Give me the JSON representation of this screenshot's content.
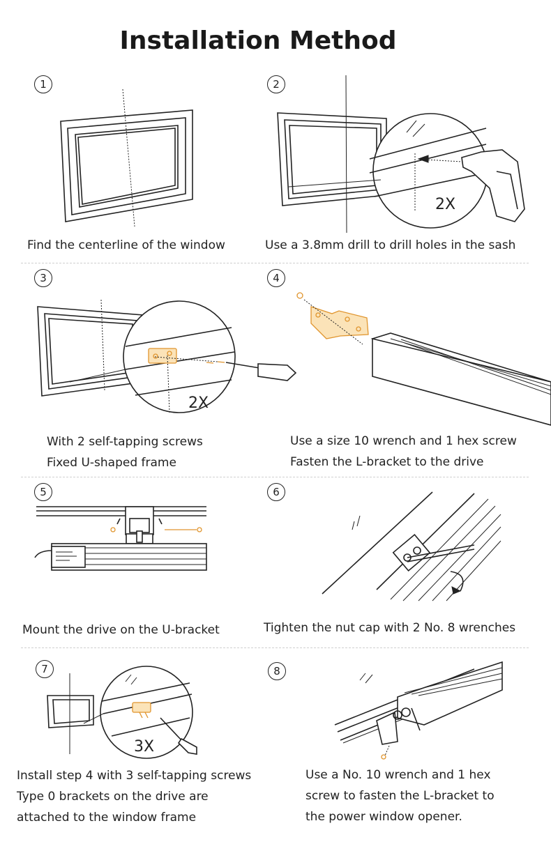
{
  "title": "Installation Method",
  "steps": [
    {
      "num": "1",
      "lines": [
        "Find the centerline of the window"
      ]
    },
    {
      "num": "2",
      "lines": [
        "Use a 3.8mm drill to drill holes in the sash"
      ],
      "callout": "2X"
    },
    {
      "num": "3",
      "lines": [
        "With 2 self-tapping screws",
        "Fixed U-shaped frame"
      ],
      "callout": "2X"
    },
    {
      "num": "4",
      "lines": [
        "Use a size 10 wrench and 1 hex screw",
        "Fasten the L-bracket to the drive"
      ]
    },
    {
      "num": "5",
      "lines": [
        "Mount the drive on the U-bracket"
      ]
    },
    {
      "num": "6",
      "lines": [
        "Tighten the nut cap with 2 No. 8 wrenches"
      ]
    },
    {
      "num": "7",
      "lines": [
        "Install step 4 with 3 self-tapping screws",
        "Type 0 brackets on the drive are",
        "attached to the window frame"
      ],
      "callout": "3X"
    },
    {
      "num": "8",
      "lines": [
        "Use a No. 10 wrench and 1 hex",
        "screw to fasten the L-bracket to",
        "the power window opener."
      ]
    }
  ],
  "colors": {
    "bracket": "#e0952e",
    "line": "#222222",
    "separator": "#cfcfcf"
  }
}
